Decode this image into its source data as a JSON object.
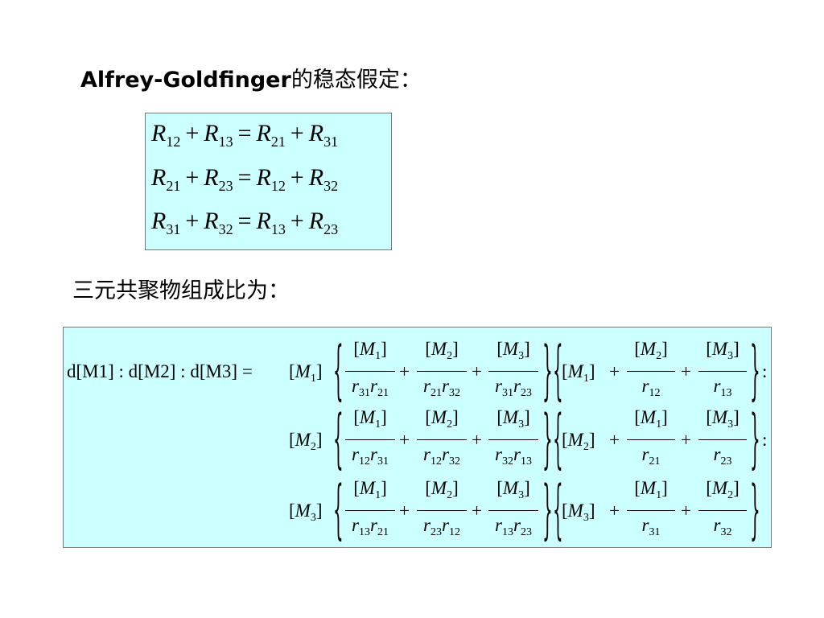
{
  "heading1": {
    "latin": "Alfrey-Goldfinger",
    "cjk": "的稳态假定："
  },
  "heading2": "三元共聚物组成比为：",
  "steady_state": [
    {
      "l1": [
        "R",
        "12"
      ],
      "l2": [
        "R",
        "13"
      ],
      "r1": [
        "R",
        "21"
      ],
      "r2": [
        "R",
        "31"
      ]
    },
    {
      "l1": [
        "R",
        "21"
      ],
      "l2": [
        "R",
        "23"
      ],
      "r1": [
        "R",
        "12"
      ],
      "r2": [
        "R",
        "32"
      ]
    },
    {
      "l1": [
        "R",
        "31"
      ],
      "l2": [
        "R",
        "32"
      ],
      "r1": [
        "R",
        "13"
      ],
      "r2": [
        "R",
        "23"
      ]
    }
  ],
  "composition_lhs": "d[M1] : d[M2] : d[M3] =",
  "composition_rows": [
    {
      "lead": "1",
      "f1": {
        "num": "1",
        "den": [
          "31",
          "21"
        ]
      },
      "f2": {
        "num": "2",
        "den": [
          "21",
          "32"
        ]
      },
      "f3": {
        "num": "3",
        "den": [
          "31",
          "23"
        ]
      },
      "m": "1",
      "g1": {
        "num": "2",
        "den": "12"
      },
      "g2": {
        "num": "3",
        "den": "13"
      },
      "tail": ":"
    },
    {
      "lead": "2",
      "f1": {
        "num": "1",
        "den": [
          "12",
          "31"
        ]
      },
      "f2": {
        "num": "2",
        "den": [
          "12",
          "32"
        ]
      },
      "f3": {
        "num": "3",
        "den": [
          "32",
          "13"
        ]
      },
      "m": "2",
      "g1": {
        "num": "1",
        "den": "21"
      },
      "g2": {
        "num": "3",
        "den": "23"
      },
      "tail": ":"
    },
    {
      "lead": "3",
      "f1": {
        "num": "1",
        "den": [
          "13",
          "21"
        ]
      },
      "f2": {
        "num": "2",
        "den": [
          "23",
          "12"
        ]
      },
      "f3": {
        "num": "3",
        "den": [
          "13",
          "23"
        ]
      },
      "m": "3",
      "g1": {
        "num": "1",
        "den": "31"
      },
      "g2": {
        "num": "2",
        "den": "32"
      },
      "tail": ""
    }
  ]
}
